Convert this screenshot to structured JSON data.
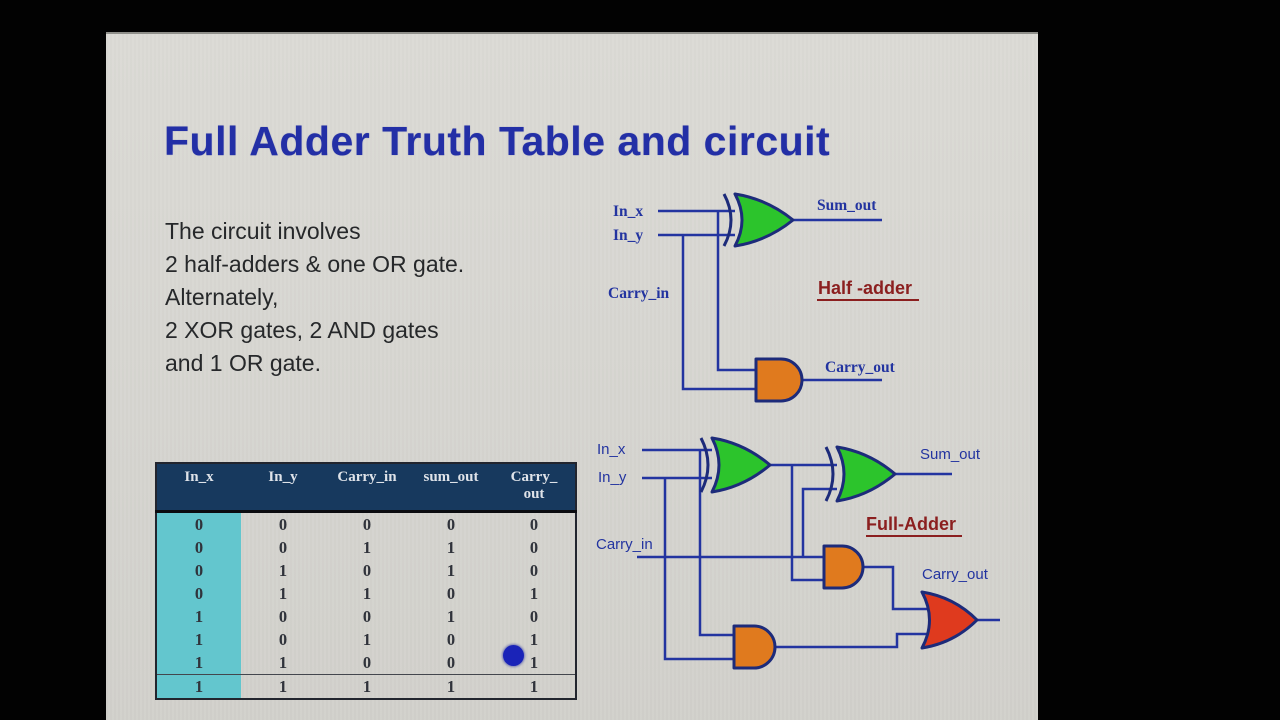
{
  "slide": {
    "title": "Full Adder Truth Table and circuit",
    "description_lines": [
      "The circuit involves",
      "2 half-adders & one OR gate.",
      "Alternately,",
      "2 XOR gates, 2 AND gates",
      "and 1 OR gate."
    ]
  },
  "truth_table": {
    "headers": [
      "In_x",
      "In_y",
      "Carry_in",
      "sum_out",
      "Carry_out"
    ],
    "rows": [
      [
        "0",
        "0",
        "0",
        "0",
        "0"
      ],
      [
        "0",
        "0",
        "1",
        "1",
        "0"
      ],
      [
        "0",
        "1",
        "0",
        "1",
        "0"
      ],
      [
        "0",
        "1",
        "1",
        "0",
        "1"
      ],
      [
        "1",
        "0",
        "0",
        "1",
        "0"
      ],
      [
        "1",
        "0",
        "1",
        "0",
        "1"
      ],
      [
        "1",
        "1",
        "0",
        "0",
        "1"
      ],
      [
        "1",
        "1",
        "1",
        "1",
        "1"
      ]
    ]
  },
  "half_adder": {
    "title": "Half -adder",
    "labels": {
      "in_x": "In_x",
      "in_y": "In_y",
      "carry_in": "Carry_in",
      "sum_out": "Sum_out",
      "carry_out": "Carry_out"
    }
  },
  "full_adder": {
    "title": "Full-Adder",
    "labels": {
      "in_x": "In_x",
      "in_y": "In_y",
      "carry_in": "Carry_in",
      "sum_out": "Sum_out",
      "carry_out": "Carry_out"
    }
  },
  "colors": {
    "title_blue": "#232fa6",
    "wire_blue": "#2334a0",
    "xor_green": "#2cc42c",
    "and_orange": "#e07a1e",
    "or_red": "#df3a1e",
    "gate_label_maroon": "#8b1f1f",
    "table_header_bg": "#17395e",
    "table_first_col_cyan": "#63c6ce",
    "pointer_dot_blue": "#1a23b8",
    "slide_bg": "#d7d6d1"
  }
}
